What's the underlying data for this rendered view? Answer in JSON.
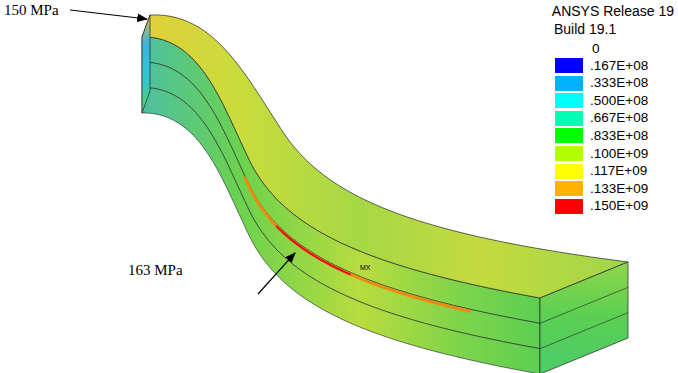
{
  "diagram": {
    "labels": [
      "150 MPa",
      "163 MPa",
      "ANSYS Release 19",
      "Build 19.1",
      "0",
      "MX"
    ],
    "legend": [
      {
        "text": ".167E+08",
        "color": "#0000ff"
      },
      {
        "text": ".333E+08",
        "color": "#00b2ff"
      },
      {
        "text": ".500E+08",
        "color": "#00ffff"
      },
      {
        "text": ".667E+08",
        "color": "#00ffb2"
      },
      {
        "text": ".833E+08",
        "color": "#00ff00"
      },
      {
        "text": ".100E+09",
        "color": "#b2ff00"
      },
      {
        "text": ".117E+09",
        "color": "#ffff00"
      },
      {
        "text": ".133E+09",
        "color": "#ffb200"
      },
      {
        "text": ".150E+09",
        "color": "#ff0000"
      }
    ]
  }
}
